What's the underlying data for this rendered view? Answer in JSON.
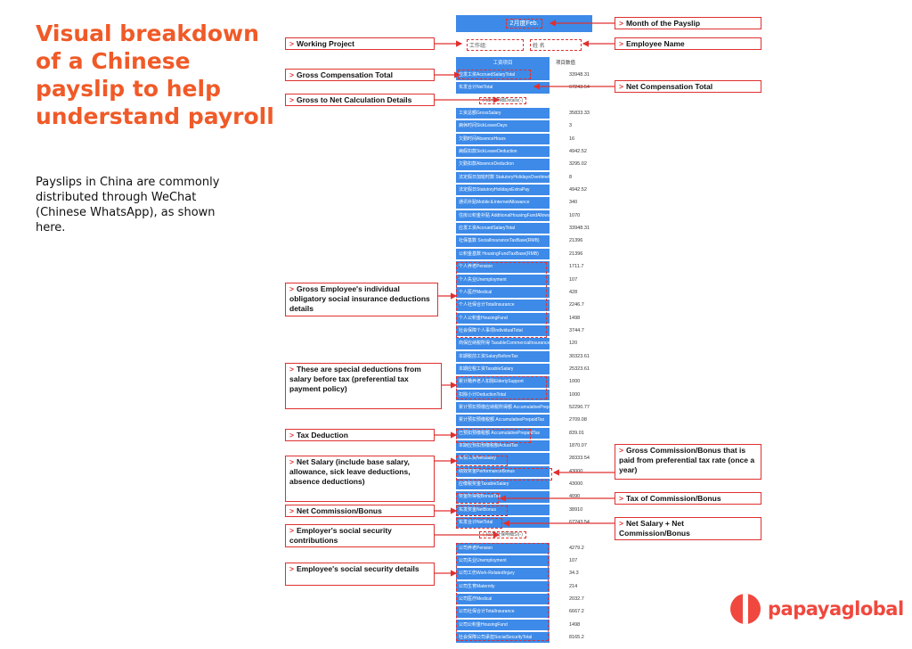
{
  "title": "Visual breakdown of a Chinese payslip to help understand payroll",
  "intro": "Payslips in China are commonly distributed through WeChat (Chinese WhatsApp), as shown here.",
  "logo": "papayaglobal",
  "payslip": {
    "month": "2月度Feb.",
    "work_group": "工作组:",
    "name_label": "姓  名",
    "col_item": "工资项目",
    "col_value": "项目数值",
    "rows": [
      {
        "label": "应发工资AccruedSalaryTotal",
        "value": "33948.31"
      },
      {
        "label": "实发合计NetTotal",
        "value": "67243.54"
      },
      {
        "label": "(-)工资明细Details(-)",
        "value": "",
        "section": true
      },
      {
        "label": "工资总额GrossSalary",
        "value": "35833.33"
      },
      {
        "label": "病休时间SickLeaveDays",
        "value": "3"
      },
      {
        "label": "欠勤时间AbsenceHours",
        "value": "16"
      },
      {
        "label": "病假扣款SickLeaveDeduction",
        "value": "4942.52"
      },
      {
        "label": "欠勤扣款AbsenceDeduction",
        "value": "3295.02"
      },
      {
        "label": "法定假日加班时数 StatutoryHolidaysOvertimeHours",
        "value": "8"
      },
      {
        "label": "法定假日StatutoryHolidaysExtraPay",
        "value": "4942.52"
      },
      {
        "label": "通讯补贴Mobile＆InternetAllowance",
        "value": "340"
      },
      {
        "label": "住房公积金补贴 AdditionalHousingFundAllowance",
        "value": "1070"
      },
      {
        "label": "应发工资AccruedSalaryTotal",
        "value": "33948.31"
      },
      {
        "label": "社保基数 SocialInsuranceTaxBase(RMB)",
        "value": "21396"
      },
      {
        "label": "公积金基数 HousingFundTaxBase(RMB)",
        "value": "21396"
      },
      {
        "label": "个人养老Pension",
        "value": "1711.7"
      },
      {
        "label": "个人失业Unemployment",
        "value": "107"
      },
      {
        "label": "个人医疗Medical",
        "value": "428"
      },
      {
        "label": "个人社保合计TotalInsurance",
        "value": "2246.7"
      },
      {
        "label": "个人公积金HousingFund",
        "value": "1498"
      },
      {
        "label": "社会保障个人事项IndividualTotal",
        "value": "3744.7"
      },
      {
        "label": "商保应纳税所得 TaxableCommercialInsurance",
        "value": "120"
      },
      {
        "label": "本期税前工资SalaryBeforeTax",
        "value": "30323.61"
      },
      {
        "label": "本期应税工资TaxableSalary",
        "value": "25323.61"
      },
      {
        "label": "累计赡养老人扣除ElderlySupport",
        "value": "1000"
      },
      {
        "label": "扣除小计DeductionTotal",
        "value": "1000"
      },
      {
        "label": "累计预扣预缴应纳税所得额 AccumulativePrepaidTaxableIncome",
        "value": "52290.77"
      },
      {
        "label": "累计预扣预缴税额 AccumulativePrepaidTax",
        "value": "2709.08"
      },
      {
        "label": "已预扣预缴税额 AccumulativePrepaidTax",
        "value": "839.01"
      },
      {
        "label": "本期应预扣预缴税额ActualTax",
        "value": "1870.07"
      },
      {
        "label": "实领工资NetSalary",
        "value": "28333.54"
      },
      {
        "label": "绩效奖金PerformanceBonus",
        "value": "43000"
      },
      {
        "label": "应缴税奖金TaxableSalary",
        "value": "43000"
      },
      {
        "label": "奖金所得税BonusTax",
        "value": "4090"
      },
      {
        "label": "实发奖金NetBonus",
        "value": "38910"
      },
      {
        "label": "实发合计NetTotal",
        "value": "67243.54"
      },
      {
        "label": "(-)公司社保明细SI(-)",
        "value": "",
        "section": true
      },
      {
        "label": "公司养老Pension",
        "value": "4279.2"
      },
      {
        "label": "公司失业Unemployment",
        "value": "107"
      },
      {
        "label": "公司工伤Work-RelatedInjury",
        "value": "34.3"
      },
      {
        "label": "公司生育Maternity",
        "value": "214"
      },
      {
        "label": "公司医疗Medical",
        "value": "2032.7"
      },
      {
        "label": "公司社保合计TotalInsurance",
        "value": "6667.2"
      },
      {
        "label": "公司公积金HousingFund",
        "value": "1498"
      },
      {
        "label": "社会保障公司承担SocialSecurityTotal",
        "value": "8165.2"
      }
    ]
  },
  "annotations": {
    "month": "Month of the Payslip",
    "employee_name": "Employee Name",
    "working_project": "Working Project",
    "gross_total": "Gross Compensation Total",
    "net_total": "Net Compensation Total",
    "gross_to_net": "Gross to Net Calculation Details",
    "employee_si": "Gross Employee's individual obligatory social insurance deductions details",
    "special_deductions": "These are special deductions from salary before tax (preferential tax payment policy)",
    "tax_deduction": "Tax Deduction",
    "net_salary": "Net Salary (include base salary, allowance, sick leave deductions, absence deductions)",
    "gross_bonus": "Gross Commission/Bonus that is paid from preferential tax rate (once a year)",
    "bonus_tax": "Tax of Commission/Bonus",
    "net_bonus": "Net Commission/Bonus",
    "net_salary_bonus": "Net Salary + Net Commission/Bonus",
    "employer_si": "Employer's social security contributions",
    "employee_ss_details": "Employee's social security details"
  }
}
